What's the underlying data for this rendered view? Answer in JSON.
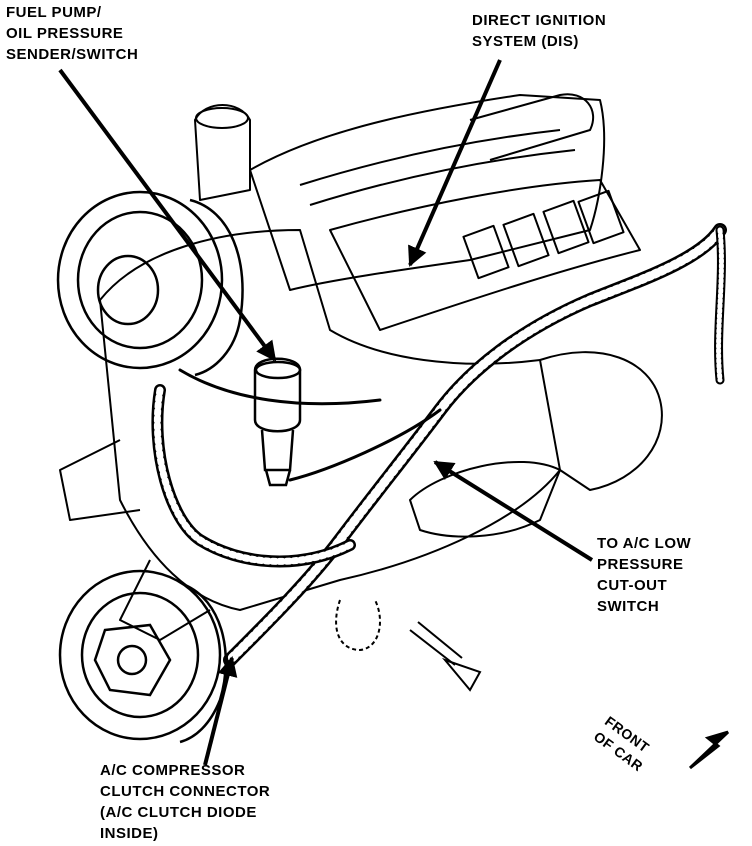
{
  "labels": {
    "fuel_pump": [
      "FUEL PUMP/",
      "OIL PRESSURE",
      "SENDER/SWITCH"
    ],
    "dis": [
      "DIRECT IGNITION",
      "SYSTEM (DIS)"
    ],
    "ac_low": [
      "TO A/C LOW",
      "PRESSURE",
      "CUT-OUT",
      "SWITCH"
    ],
    "ac_compressor": [
      "A/C COMPRESSOR",
      "CLUTCH CONNECTOR",
      "(A/C CLUTCH DIODE",
      "INSIDE)"
    ],
    "front_of_car": [
      "FRONT",
      "OF CAR"
    ]
  },
  "colors": {
    "ink": "#000000",
    "paper": "#ffffff"
  }
}
